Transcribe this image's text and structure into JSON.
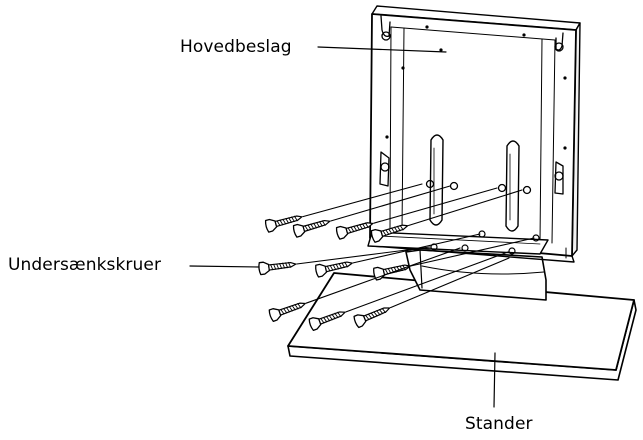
{
  "labels": {
    "main_bracket": "Hovedbeslag",
    "countersunk_screws": "Undersænkskruer",
    "stand": "Stander"
  },
  "colors": {
    "line": "#000000",
    "background": "#ffffff",
    "shade": "#ececec"
  }
}
